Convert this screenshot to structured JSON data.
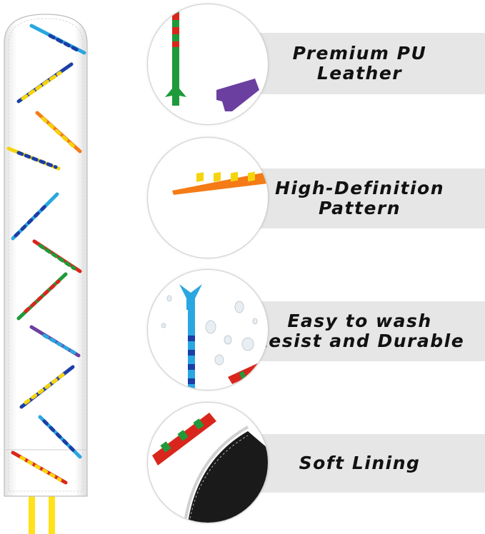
{
  "features": [
    {
      "lines": [
        "Premium PU",
        "Leather"
      ],
      "icon": "embroidered-tee-closeup"
    },
    {
      "lines": [
        "High-Definition",
        "Pattern"
      ],
      "icon": "orange-tee-closeup"
    },
    {
      "lines": [
        "Easy to wash",
        "Resist and Durable"
      ],
      "icon": "water-droplets-closeup"
    },
    {
      "lines": [
        "Soft Lining"
      ],
      "icon": "black-lining-closeup"
    }
  ],
  "colors": {
    "feature_bar": "#e6e6e6",
    "cover": "#ffffff",
    "tail": "#ffe21a",
    "text": "#111111"
  }
}
